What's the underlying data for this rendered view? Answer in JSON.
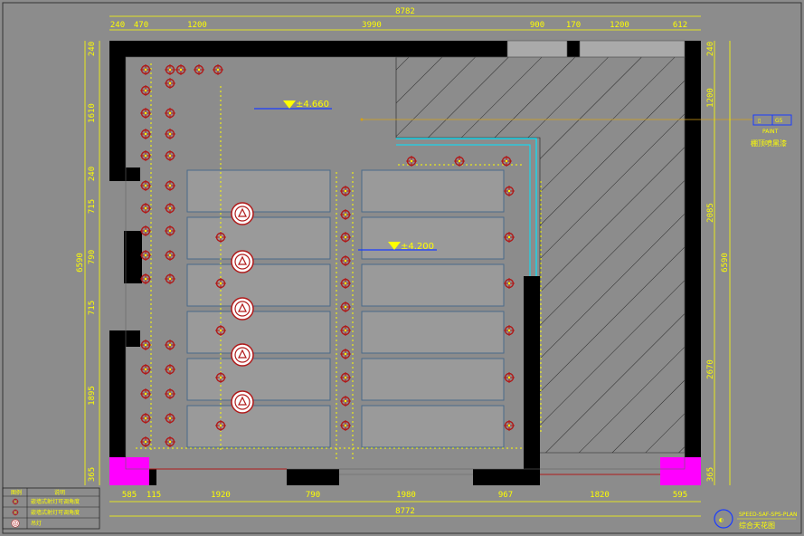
{
  "dims_top": {
    "overall": "8782",
    "segments": [
      "240",
      "470",
      "1200",
      "3990",
      "900",
      "170",
      "1200",
      "612"
    ]
  },
  "dims_bottom": {
    "overall": "8772",
    "segments": [
      "585",
      "115",
      "1920",
      "790",
      "1980",
      "967",
      "1820",
      "595"
    ]
  },
  "dims_left": {
    "overall": "6590",
    "segments": [
      "240",
      "1610",
      "240",
      "715",
      "790",
      "715",
      "1895",
      "365"
    ]
  },
  "dims_right": {
    "overall": "6590",
    "segments": [
      "240",
      "1200",
      "2085",
      "2670",
      "365"
    ]
  },
  "levels": {
    "ceiling_high": "±4.660",
    "ceiling_low": "±4.200"
  },
  "callout": {
    "code": "G5",
    "tag": "PAINT",
    "text": "棚顶喷黑漆"
  },
  "legend": {
    "header": [
      "图例",
      "说明"
    ],
    "rows": [
      {
        "icon": "spotlight-icon",
        "text": "嵌墙式射灯可调角度"
      },
      {
        "icon": "downlight-icon",
        "text": "嵌墙式射灯可调角度"
      },
      {
        "icon": "pendant-icon",
        "text": "吊灯"
      }
    ]
  },
  "title_block": {
    "line1": "SPEED-SAF-SPS-PLAN",
    "line2": "综合天花图"
  },
  "colors": {
    "background": "#8c8c8c",
    "wall": "#000000",
    "dimension": "#ffff00",
    "column": "#ff00ff",
    "fixture": "#b01a1a",
    "edge": "#00e5ff",
    "level_line": "#1a3cff"
  }
}
